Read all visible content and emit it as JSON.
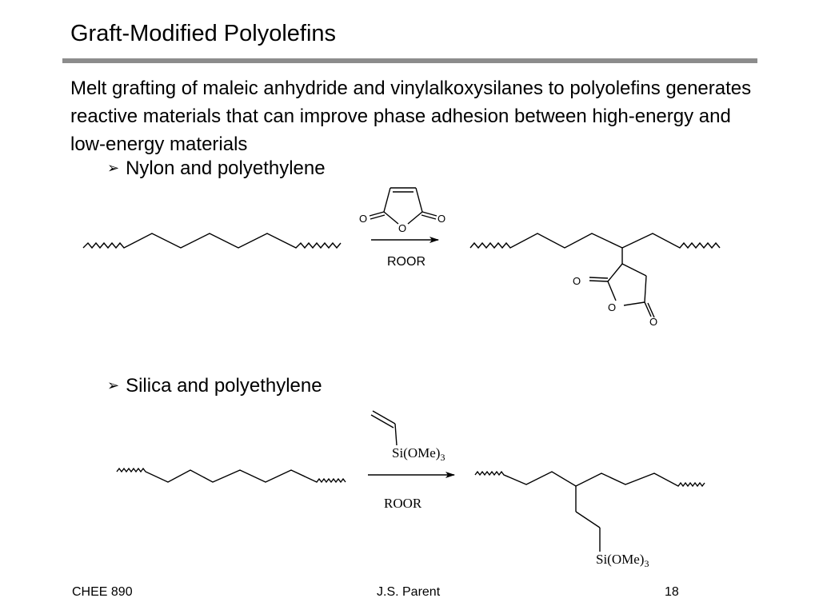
{
  "slide": {
    "title": "Graft-Modified Polyolefins",
    "intro": "Melt grafting of maleic anhydride and vinylalkoxysilanes to polyolefins generates reactive materials that can improve phase adhesion between high-energy and low-energy materials",
    "bullets": [
      {
        "marker": "➢",
        "text": "Nylon and polyethylene"
      },
      {
        "marker": "➢",
        "text": "Silica and polyethylene"
      }
    ]
  },
  "reaction1": {
    "reagent_label": "ROOR",
    "oxygen_label": "O"
  },
  "reaction2": {
    "reagent_label": "ROOR",
    "silane_label": "Si(OMe)",
    "silane_subscript": "3"
  },
  "footer": {
    "course": "CHEE 890",
    "author": "J.S. Parent",
    "page": "18"
  }
}
